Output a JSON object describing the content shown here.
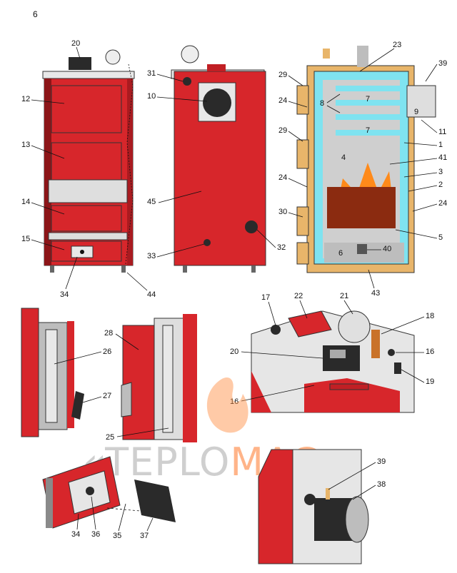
{
  "page_number": "6",
  "watermark": {
    "pre": "«TEPLO",
    "accent": "MAG",
    "post": "»"
  },
  "colors": {
    "boiler_red": "#d7262b",
    "grey": "#bfbfbf",
    "water": "#7fe3f0",
    "fire": "#ff8a1a",
    "wood": "#e8b56a",
    "dark": "#2a2a2a"
  },
  "callouts": {
    "front": [
      "20",
      "12",
      "13",
      "14",
      "15",
      "34",
      "44"
    ],
    "side": [
      "31",
      "10",
      "45",
      "33",
      "32"
    ],
    "section": [
      "23",
      "39",
      "29",
      "24",
      "8",
      "7",
      "9",
      "11",
      "1",
      "4",
      "41",
      "3",
      "2",
      "30",
      "5",
      "6",
      "40",
      "43"
    ],
    "door": [
      "26",
      "27",
      "28",
      "25"
    ],
    "top": [
      "17",
      "22",
      "21",
      "18",
      "20",
      "16",
      "16",
      "19"
    ],
    "bottom": [
      "34",
      "36",
      "35",
      "37",
      "38",
      "39"
    ]
  }
}
